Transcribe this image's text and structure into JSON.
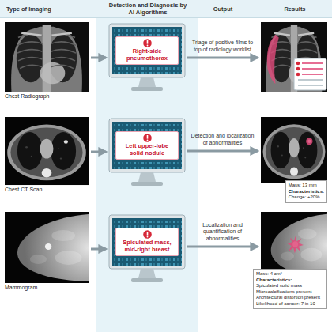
{
  "diagram": {
    "nodes": [
      {
        "text": [
          "Chest Radiograph"
        ]
      },
      {
        "text": [
          "Right-side pneumothorax"
        ]
      },
      {
        "text": []
      },
      {
        "text": [
          "Chest CT Scan"
        ]
      },
      {
        "text": [
          "Left upper-lobe solid nodule"
        ]
      },
      {
        "text": []
      },
      {
        "text": [
          "Mass: 13 mm",
          "Characteristics:",
          "Change: +20%"
        ],
        "in": 5
      },
      {
        "text": [
          "Mammogram"
        ]
      },
      {
        "text": [
          "Spiculated mass, mid-right breast"
        ]
      },
      {
        "text": []
      },
      {
        "text": [
          "Mass: 4 cm²",
          "Characteristics:",
          "Spiculated solid mass",
          "Microcalcifications present",
          "Architectural distortion present",
          "Likelihood of cancer: 7 in 10"
        ],
        "in": 9
      }
    ],
    "edges": [
      {
        "from": 0,
        "to": 1,
        "arrow": "to"
      },
      {
        "from": 1,
        "to": 2,
        "label": "Triage of positive films to top of radiology worklist",
        "arrow": "to"
      },
      {
        "from": 3,
        "to": 4,
        "arrow": "to"
      },
      {
        "from": 4,
        "to": 5,
        "label": "Detection and localization of abnormalities",
        "arrow": "to"
      },
      {
        "from": 7,
        "to": 8,
        "arrow": "to"
      },
      {
        "from": 8,
        "to": 9,
        "label": "Localization and quantification of abnormalities",
        "arrow": "to"
      }
    ],
    "labels": [
      "Type of Imaging",
      "Detection and Diagnosis by AI Algorithms",
      "Output",
      "Results"
    ]
  }
}
